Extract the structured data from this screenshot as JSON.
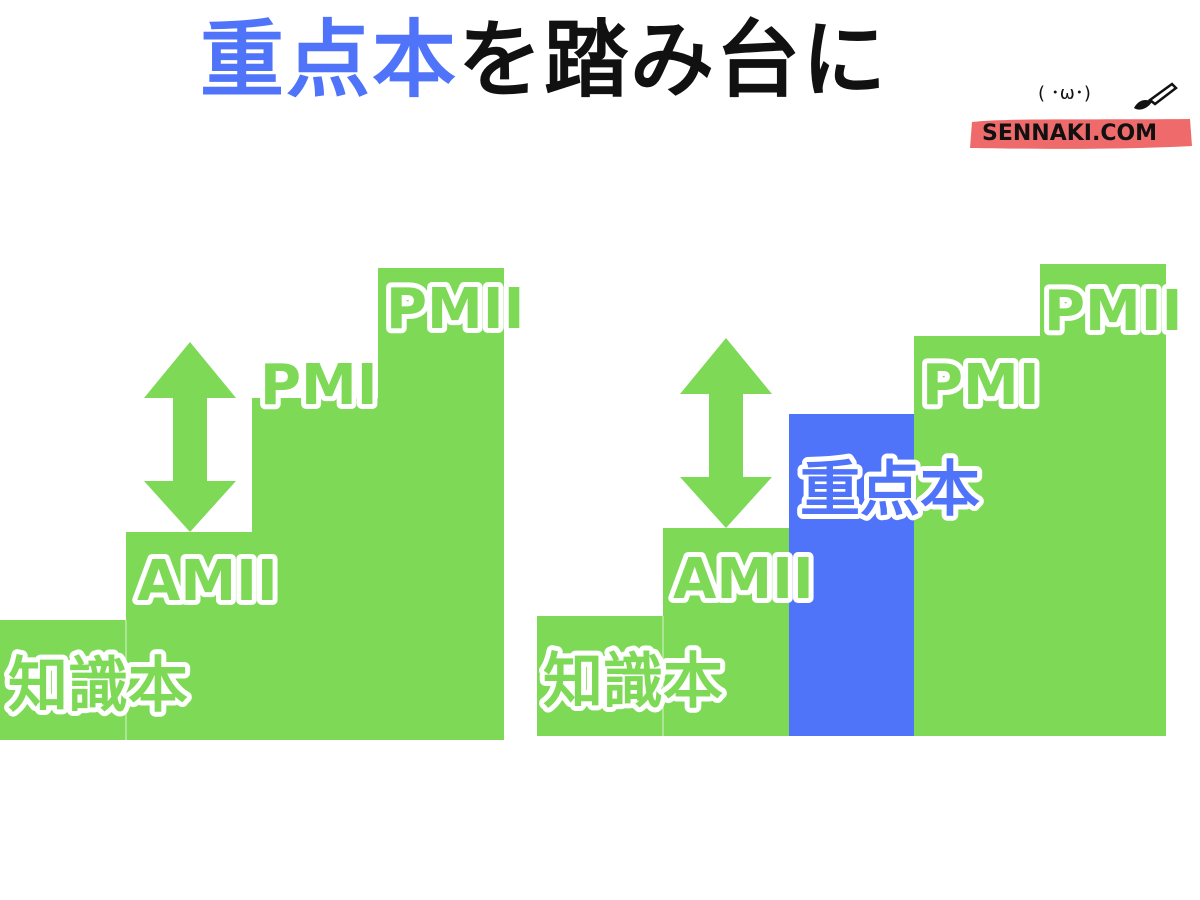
{
  "title": {
    "highlight": "重点本",
    "rest": "を踏み台に"
  },
  "logo": {
    "face": "( ･ω･)",
    "text": "SENNAKI.COM",
    "brush_icon": "paintbrush-icon"
  },
  "colors": {
    "green": "#7ed957",
    "blue": "#4f74f9",
    "title_highlight": "#4f74f9",
    "title_text": "#111111",
    "logo_band": "#ef6b6b"
  },
  "left_steps": {
    "step1": "知識本",
    "step2": "AMII",
    "step3": "PMI",
    "step4": "PMII",
    "gap_icon": "double-arrow-icon"
  },
  "right_steps": {
    "step1": "知識本",
    "step2": "AMII",
    "step3": "重点本",
    "step4": "PMI",
    "step5": "PMII",
    "gap_icon": "double-arrow-icon"
  }
}
